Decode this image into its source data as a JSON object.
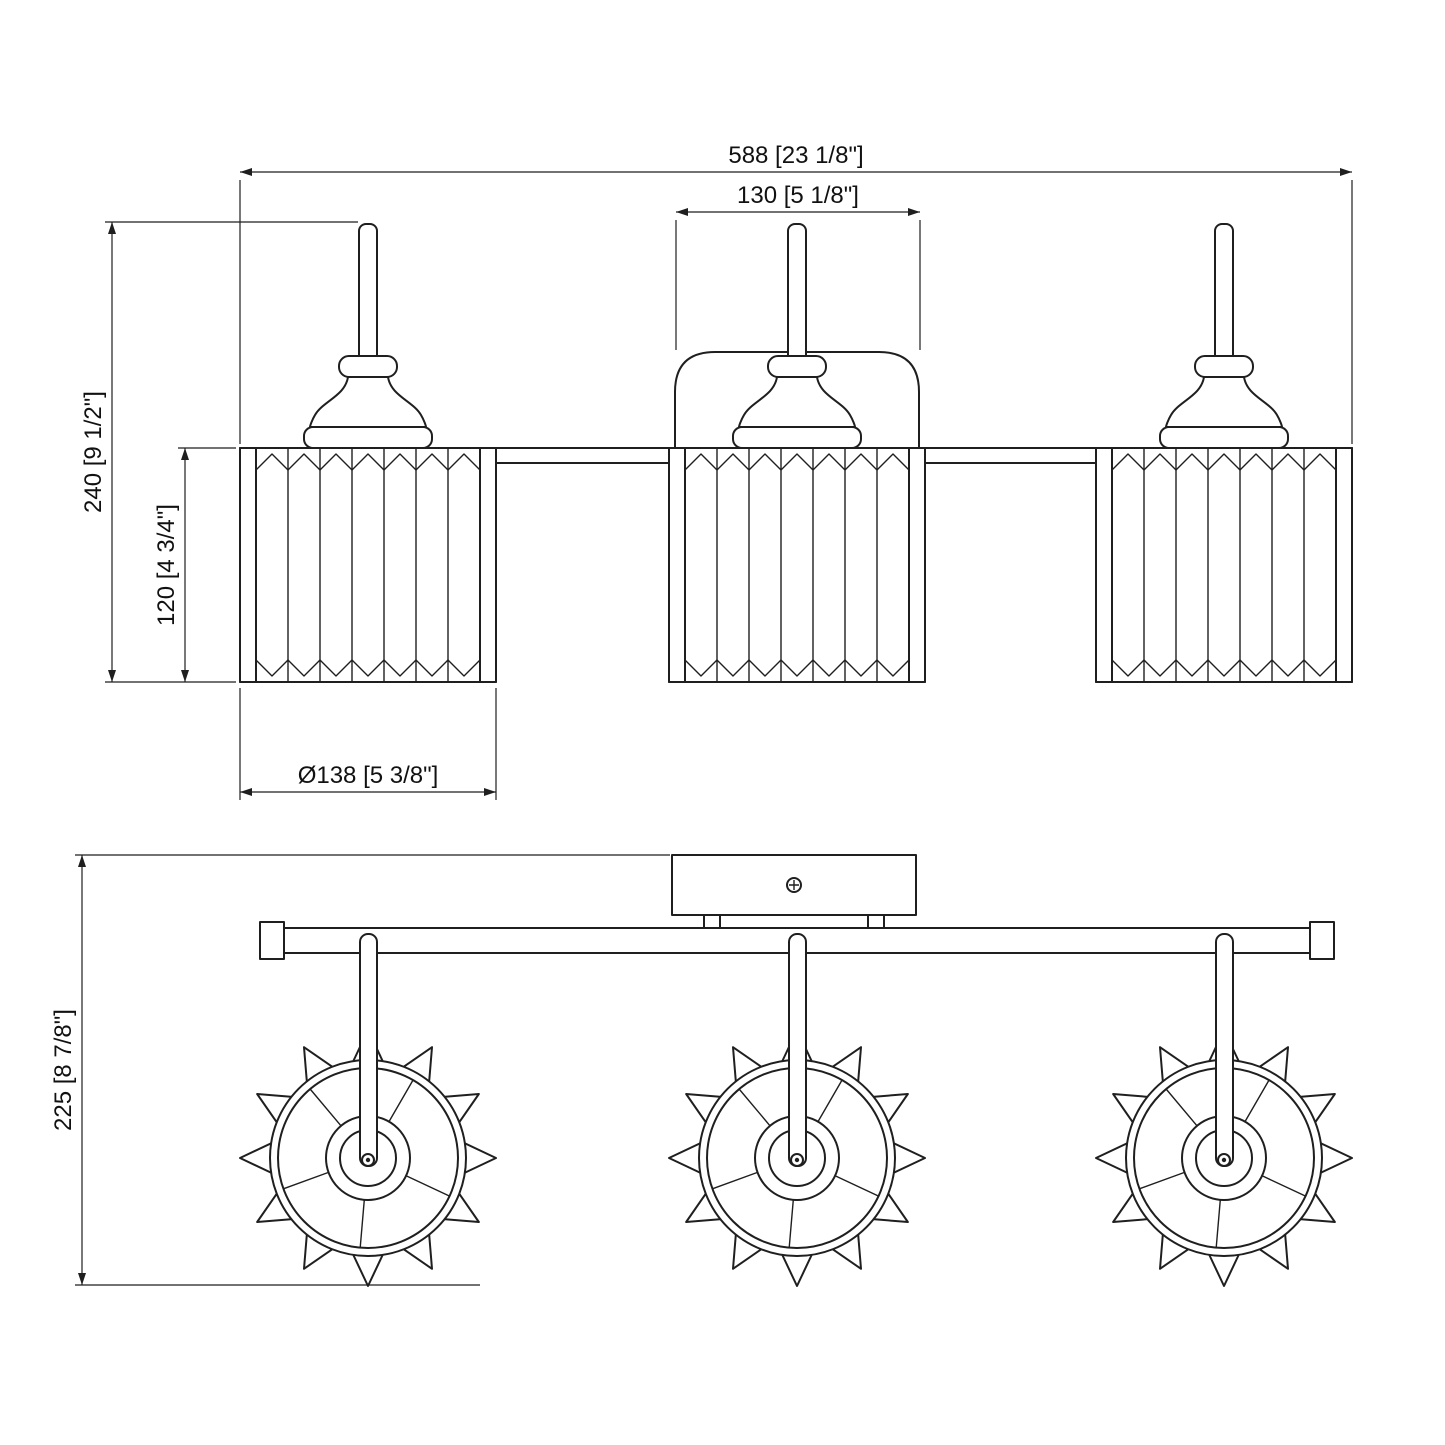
{
  "dimensions": {
    "overall_width": "588 [23 1/8\"]",
    "backplate_width": "130 [5 1/8\"]",
    "fixture_height": "240 [9 1/2\"]",
    "shade_height": "120 [4 3/4\"]",
    "shade_diameter": "Ø138 [5 3/8\"]",
    "fixture_depth": "225 [8 7/8\"]"
  },
  "views": {
    "front": "front-elevation",
    "plan": "top-plan"
  },
  "colors": {
    "line": "#1f1f1f",
    "background": "#ffffff"
  }
}
